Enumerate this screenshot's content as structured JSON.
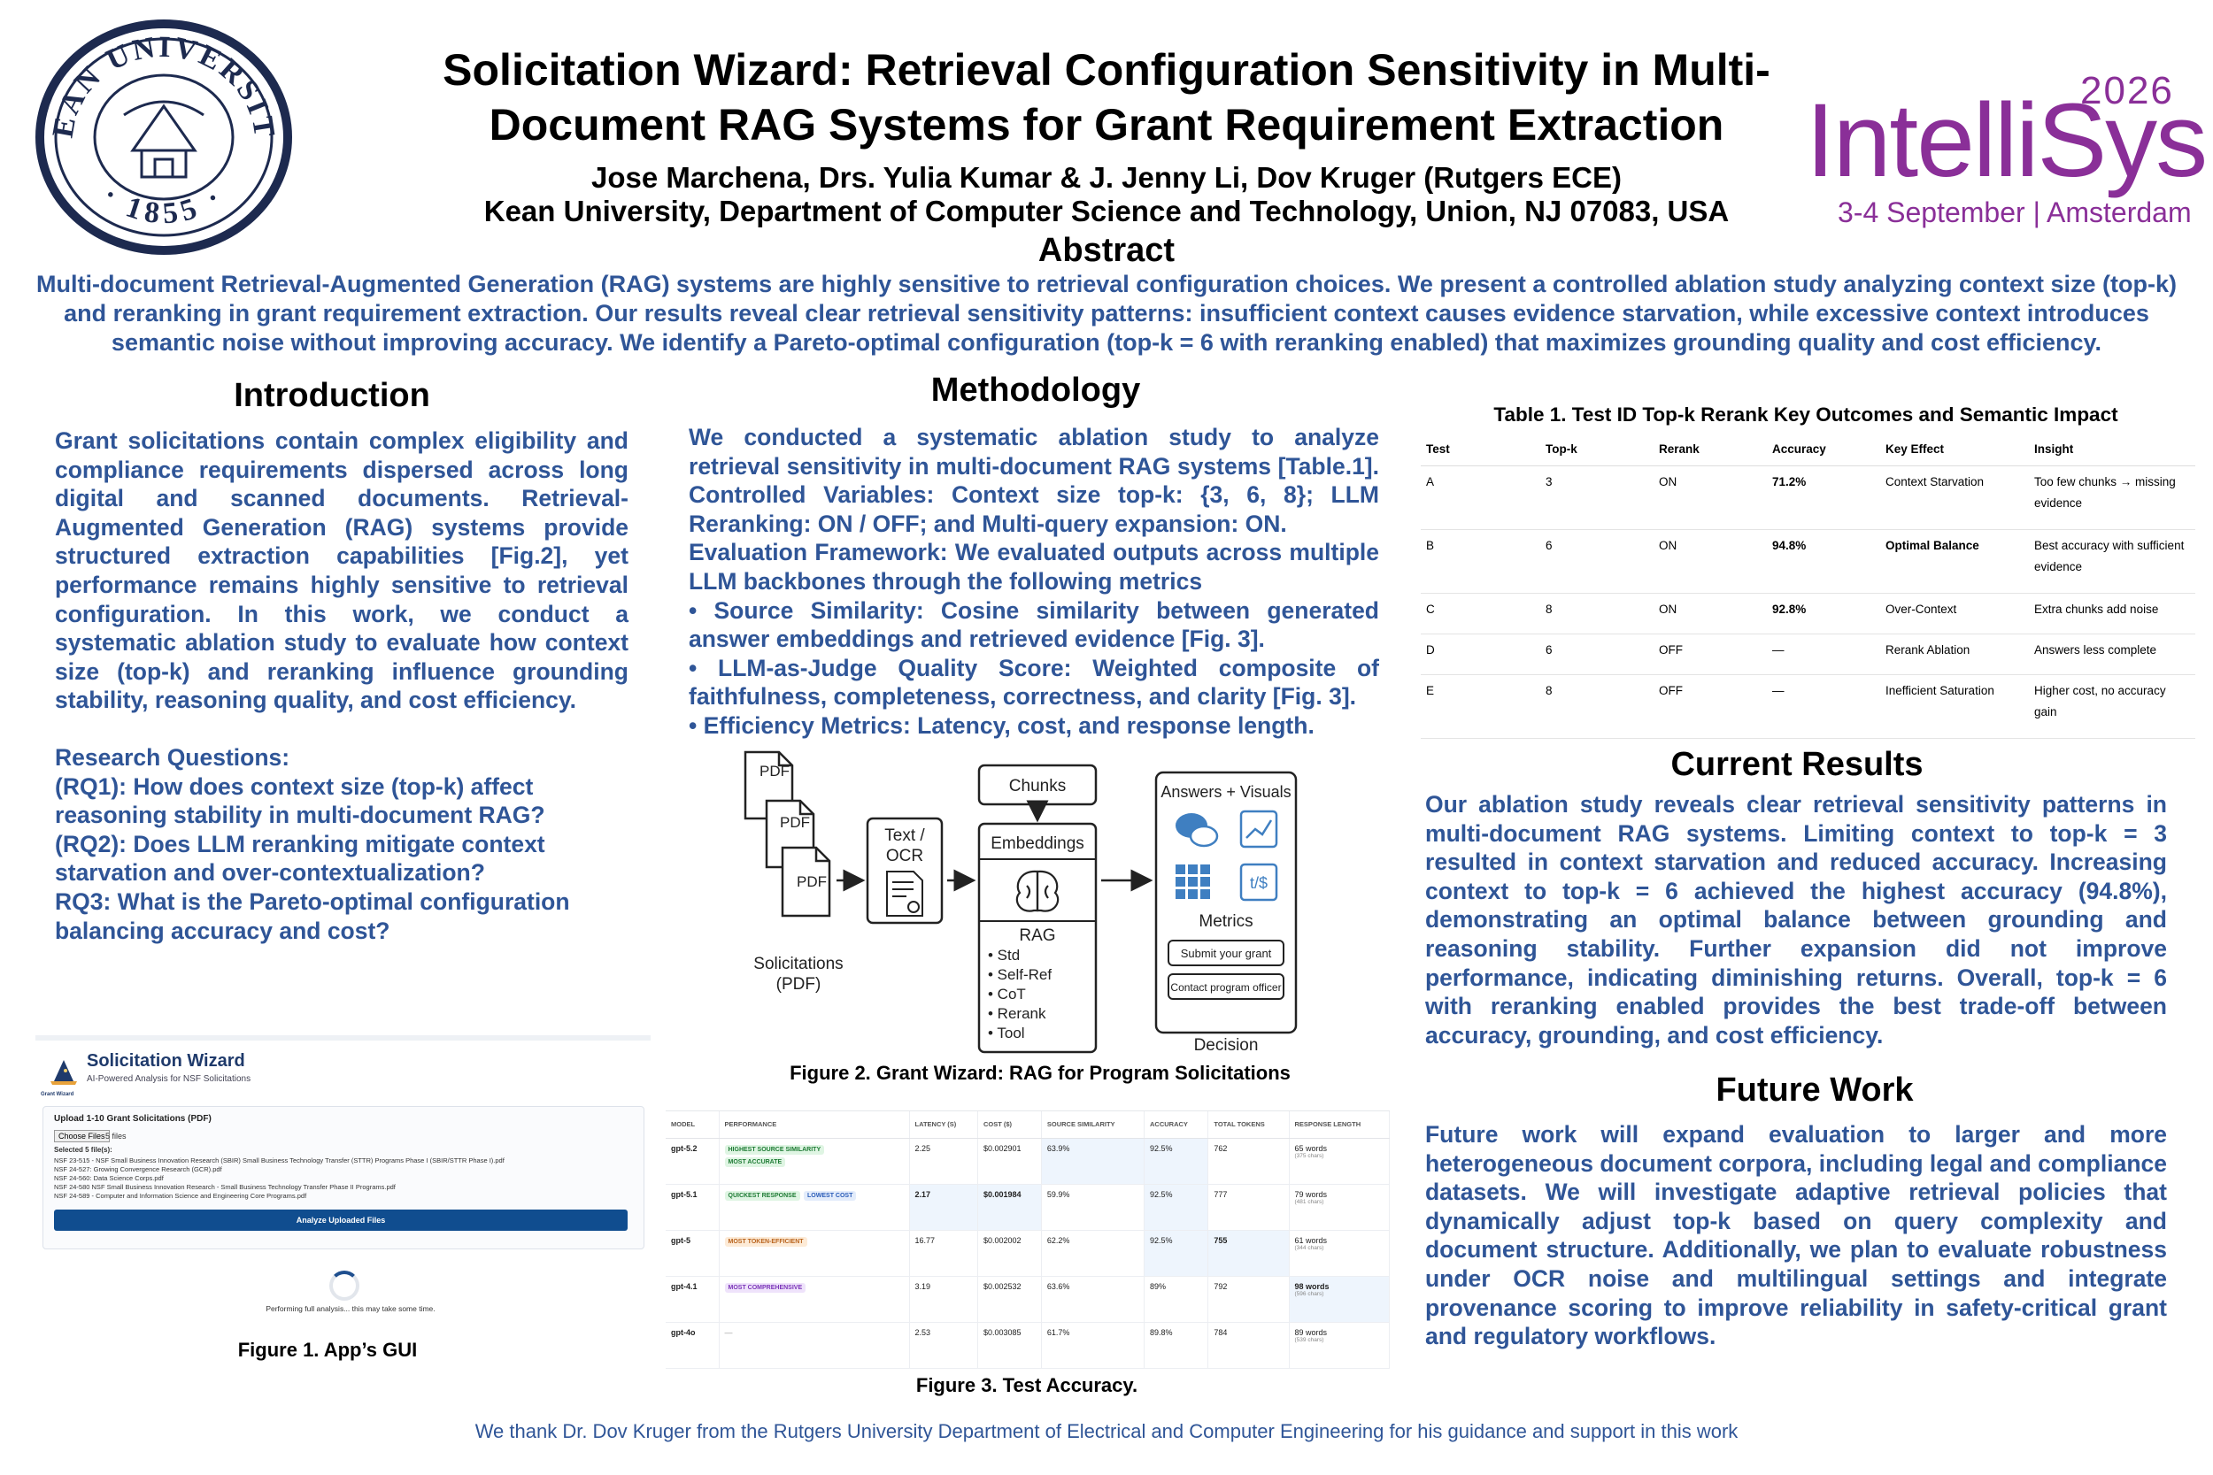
{
  "header": {
    "seal_text": "KEAN UNIVERSITY · 1855",
    "title": "Solicitation Wizard: Retrieval Configuration Sensitivity in Multi-Document RAG Systems for Grant Requirement Extraction",
    "authors": "Jose Marchena, Drs. Yulia Kumar & J. Jenny Li, Dov Kruger (Rutgers ECE)",
    "affiliation": "Kean University, Department of Computer Science and Technology, Union, NJ 07083, USA",
    "conference": {
      "year": "2026",
      "name": "IntelliSys",
      "dates": "3-4 September | Amsterdam",
      "color": "#8a2f98"
    }
  },
  "abstract": {
    "heading": "Abstract",
    "text": "Multi-document Retrieval-Augmented Generation (RAG) systems are highly sensitive to retrieval configuration choices. We present a controlled ablation study analyzing context size (top-k) and reranking in grant requirement extraction. Our results reveal clear retrieval sensitivity patterns: insufficient context causes evidence starvation, while excessive context introduces semantic noise without improving accuracy. We identify a Pareto-optimal configuration (top-k = 6 with reranking enabled) that maximizes grounding quality and cost efficiency."
  },
  "introduction": {
    "heading": "Introduction",
    "paragraph": "Grant solicitations contain complex eligibility and compliance requirements dispersed across long digital and scanned documents. Retrieval-Augmented Generation (RAG) systems provide structured extraction capabilities [Fig.2], yet performance remains highly sensitive to retrieval configuration. In this work, we conduct a systematic ablation study to evaluate how context size (top-k) and reranking influence grounding stability, reasoning quality, and cost efficiency.",
    "rq_heading": "Research Questions:",
    "rq1": "(RQ1): How does context size (top-k) affect reasoning stability in multi-document RAG?",
    "rq2": "(RQ2): Does LLM reranking mitigate context starvation and over-contextualization?",
    "rq3": "RQ3: What is the Pareto-optimal configuration balancing accuracy and cost?"
  },
  "gui": {
    "app_title": "Solicitation Wizard",
    "app_subtitle": "AI-Powered Analysis for NSF Solicitations",
    "logo_caption": "Grant Wizard",
    "upload_label": "Upload 1-10 Grant Solicitations (PDF)",
    "choose_button": "Choose Files",
    "file_count": "5 files",
    "selected_label": "Selected 5 file(s):",
    "files": [
      "NSF 23-515 - NSF Small Business Innovation Research (SBIR) Small Business Technology Transfer (STTR) Programs Phase I (SBIR/STTR Phase I).pdf",
      "NSF 24-527: Growing Convergence Research (GCR).pdf",
      "NSF 24-560: Data Science Corps.pdf",
      "NSF 24-580 NSF Small Business Innovation Research - Small Business Technology Transfer Phase II Programs.pdf",
      "NSF 24-589 - Computer and Information Science and Engineering Core Programs.pdf"
    ],
    "analyze_button": "Analyze Uploaded Files",
    "status": "Performing full analysis... this may take some time.",
    "caption": "Figure 1. App’s GUI"
  },
  "methodology": {
    "heading": "Methodology",
    "p1": "We conducted a systematic ablation study to analyze retrieval sensitivity in multi-document RAG systems [Table.1]. Controlled Variables: Context size top-k: {3, 6, 8}; LLM Reranking: ON / OFF; and Multi-query expansion: ON.",
    "p2": "Evaluation Framework: We evaluated outputs across multiple LLM backbones through the following metrics",
    "b1": "• Source Similarity: Cosine similarity between generated answer embeddings and retrieved evidence [Fig. 3].",
    "b2": "• LLM-as-Judge Quality Score: Weighted composite of faithfulness, completeness, correctness, and clarity [Fig. 3].",
    "b3": "• Efficiency Metrics: Latency, cost, and response length."
  },
  "figure2": {
    "pdf_label": "PDF",
    "solicitations_label": "Solicitations",
    "solicitations_sub": "(PDF)",
    "ocr_label_1": "Text /",
    "ocr_label_2": "OCR",
    "chunks_label": "Chunks",
    "embeddings_label": "Embeddings",
    "rag_label": "RAG",
    "rag_items": [
      "• Std",
      "• Self-Ref",
      "• CoT",
      "• Rerank",
      "• Tool"
    ],
    "answers_label": "Answers + Visuals",
    "metrics_label": "Metrics",
    "submit_button": "Submit your grant",
    "contact_button": "Contact program officer",
    "decision_label": "Decision",
    "caption": "Figure 2. Grant Wizard: RAG for Program Solicitations"
  },
  "figure3": {
    "columns": [
      "MODEL",
      "PERFORMANCE",
      "LATENCY (S)",
      "COST ($)",
      "SOURCE SIMILARITY",
      "ACCURACY",
      "TOTAL TOKENS",
      "RESPONSE LENGTH"
    ],
    "rows": [
      {
        "model": "gpt-5.2",
        "badges": [
          "HIGHEST SOURCE SIMILARITY",
          "MOST ACCURATE"
        ],
        "latency": "2.25",
        "cost": "$0.002901",
        "similarity": "63.9%",
        "accuracy": "92.5%",
        "tokens": "762",
        "length": "65 words",
        "chars": "(375 chars)"
      },
      {
        "model": "gpt-5.1",
        "badges": [
          "QUICKEST RESPONSE",
          "LOWEST COST"
        ],
        "latency": "2.17",
        "cost": "$0.001984",
        "similarity": "59.9%",
        "accuracy": "92.5%",
        "tokens": "777",
        "length": "79 words",
        "chars": "(481 chars)"
      },
      {
        "model": "gpt-5",
        "badges": [
          "MOST TOKEN-EFFICIENT"
        ],
        "latency": "16.77",
        "cost": "$0.002002",
        "similarity": "62.2%",
        "accuracy": "92.5%",
        "tokens": "755",
        "length": "61 words",
        "chars": "(344 chars)"
      },
      {
        "model": "gpt-4.1",
        "badges": [
          "MOST COMPREHENSIVE"
        ],
        "latency": "3.19",
        "cost": "$0.002532",
        "similarity": "63.6%",
        "accuracy": "89%",
        "tokens": "792",
        "length": "98 words",
        "chars": "(596 chars)"
      },
      {
        "model": "gpt-4o",
        "badges": [
          "—"
        ],
        "latency": "2.53",
        "cost": "$0.003085",
        "similarity": "61.7%",
        "accuracy": "89.8%",
        "tokens": "784",
        "length": "89 words",
        "chars": "(539 chars)"
      }
    ],
    "caption": "Figure 3. Test Accuracy."
  },
  "table1": {
    "caption": "Table 1. Test ID Top-k Rerank Key Outcomes and Semantic Impact",
    "columns": [
      "Test",
      "Top-k",
      "Rerank",
      "Accuracy",
      "Key Effect",
      "Insight"
    ],
    "rows": [
      [
        "A",
        "3",
        "ON",
        "71.2%",
        "Context Starvation",
        "Too few chunks → missing evidence"
      ],
      [
        "B",
        "6",
        "ON",
        "94.8%",
        "Optimal Balance",
        "Best accuracy with sufficient evidence"
      ],
      [
        "C",
        "8",
        "ON",
        "92.8%",
        "Over-Context",
        "Extra chunks add noise"
      ],
      [
        "D",
        "6",
        "OFF",
        "—",
        "Rerank Ablation",
        "Answers less complete"
      ],
      [
        "E",
        "8",
        "OFF",
        "—",
        "Inefficient Saturation",
        "Higher cost, no accuracy gain"
      ]
    ]
  },
  "results": {
    "heading": "Current Results",
    "text": "Our ablation study reveals clear retrieval sensitivity patterns in multi-document RAG systems. Limiting context to top-k = 3 resulted in context starvation and reduced accuracy. Increasing context to top-k = 6 achieved the highest accuracy (94.8%), demonstrating an optimal balance between grounding and reasoning stability. Further expansion did not improve performance, indicating diminishing returns. Overall, top-k = 6 with reranking enabled provides the best trade-off between accuracy, grounding, and cost efficiency."
  },
  "future": {
    "heading": "Future Work",
    "text": "Future work will expand evaluation to larger and more heterogeneous document corpora, including legal and compliance datasets. We will investigate adaptive retrieval policies that dynamically adjust top-k based on query complexity and document structure. Additionally, we plan to evaluate robustness under OCR noise and multilingual settings and integrate provenance scoring to improve reliability in safety-critical grant and regulatory workflows."
  },
  "acknowledgment": "We thank Dr. Dov Kruger from the Rutgers University Department of Electrical and Computer Engineering for his guidance and support in this work",
  "colors": {
    "body_blue": "#2f5597",
    "brand_purple": "#8a2f98"
  },
  "icons": [
    "university-seal-icon",
    "pdf-document-icon",
    "ocr-document-icon",
    "brain-icon",
    "chat-bubbles-icon",
    "chart-icon",
    "grid-icon",
    "text-dollar-icon",
    "wizard-hat-icon"
  ]
}
